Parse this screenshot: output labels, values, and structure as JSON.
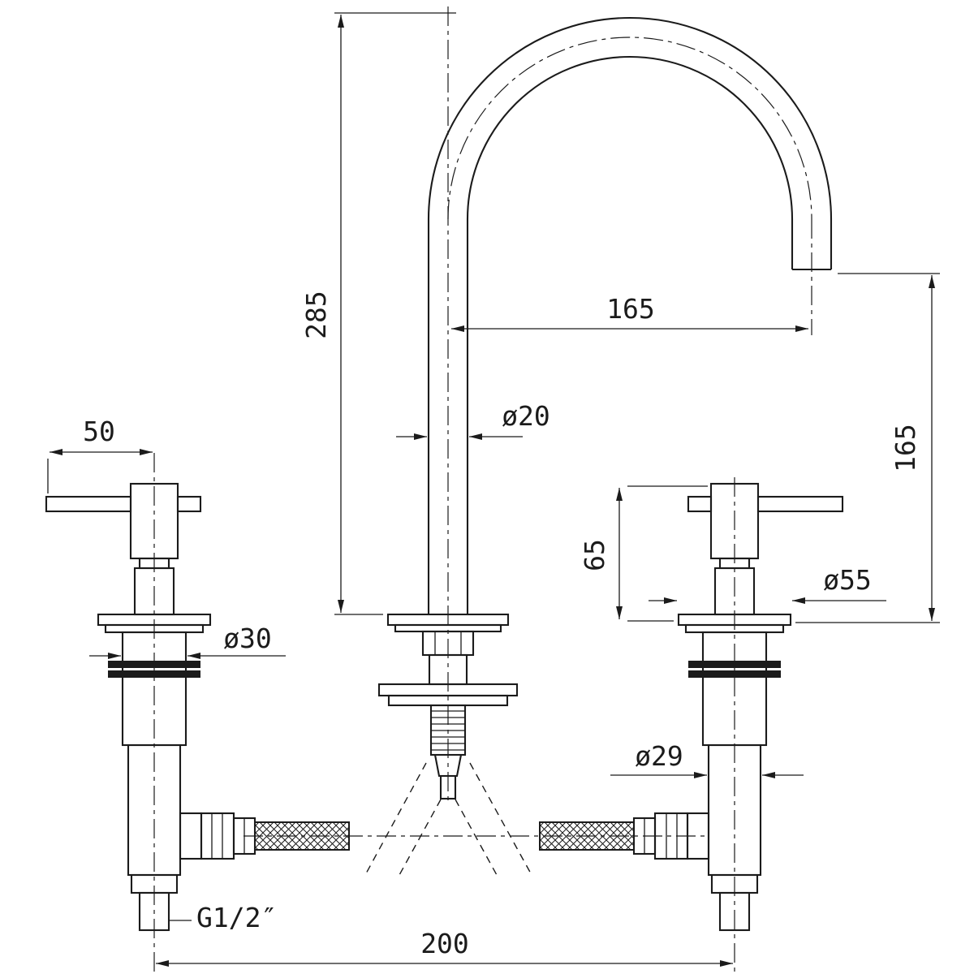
{
  "drawing": {
    "labels": {
      "spout_height": "285",
      "spout_reach": "165",
      "outlet_height": "165",
      "handle_width": "50",
      "handle_height": "65",
      "spout_diameter": "ø20",
      "shank_diameter": "ø30",
      "handle_diameter": "ø55",
      "body_diameter": "ø29",
      "connection_thread": "G1/2″",
      "centre_distance": "200"
    },
    "colors": {
      "line": "#1b1b1b",
      "background": "#ffffff"
    }
  }
}
